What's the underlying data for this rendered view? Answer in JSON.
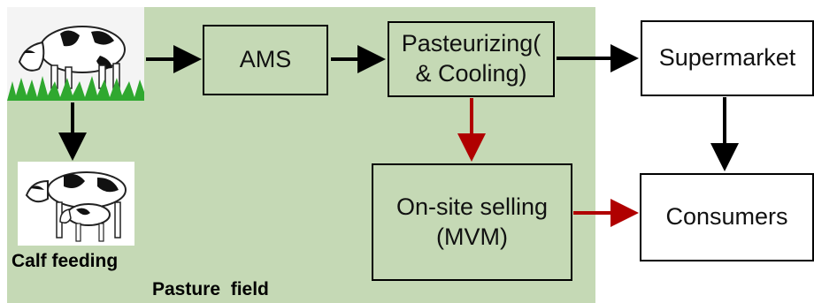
{
  "boxes": {
    "ams": "AMS",
    "pasteurizing": "Pasteurizing(\n& Cooling)",
    "onsite": "On-site selling\n(MVM)",
    "supermarket": "Supermarket",
    "consumers": "Consumers"
  },
  "labels": {
    "calf_feeding": "Calf feeding",
    "pasture_field": "Pasture  field"
  },
  "colors": {
    "field_bg": "#c5d9b5",
    "arrow_black": "#000000",
    "arrow_red": "#b00000"
  },
  "icons": {
    "cow": "cow-grazing-icon",
    "calf": "cow-and-calf-icon"
  }
}
